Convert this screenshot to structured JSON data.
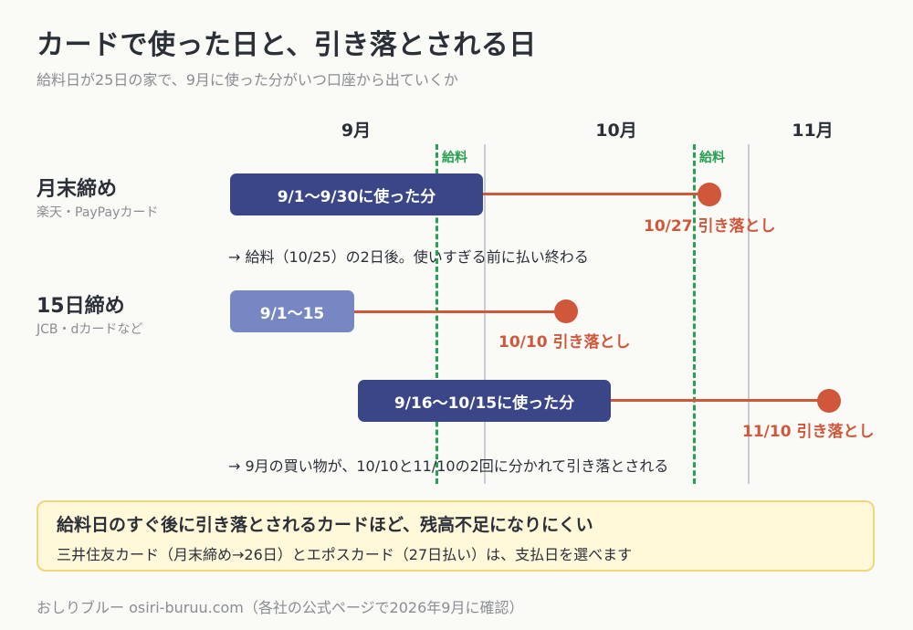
{
  "title": "カードで使った日と、引き落とされる日",
  "subtitle": "給料日が25日の家で、9月に使った分がいつ口座から出ていくか",
  "months": [
    "9月",
    "10月",
    "11月"
  ],
  "payday_label": "給料",
  "rows": [
    {
      "title": "月末締め",
      "subtitle": "楽天・PayPayカード",
      "periods": [
        {
          "label": "9/1〜9/30に使った分",
          "withdrawal": "10/27 引き落とし"
        }
      ],
      "note": "→ 給料（10/25）の2日後。使いすぎる前に払い終わる"
    },
    {
      "title": "15日締め",
      "subtitle": "JCB・dカードなど",
      "periods": [
        {
          "label": "9/1〜15",
          "withdrawal": "10/10 引き落とし"
        },
        {
          "label": "9/16〜10/15に使った分",
          "withdrawal": "11/10 引き落とし"
        }
      ],
      "note": "→ 9月の買い物が、10/10と11/10の2回に分かれて引き落とされる"
    }
  ],
  "callout": {
    "title": "給料日のすぐ後に引き落とされるカードほど、残高不足になりにくい",
    "body": "三井住友カード（月末締め→26日）とエポスカード（27日払い）は、支払日を選べます"
  },
  "footer": "おしりブルー osiri-buruu.com（各社の公式ページで2026年9月に確認）",
  "colors": {
    "bar_dark": "#3a4688",
    "bar_light": "#7787c4",
    "withdrawal": "#d0573a",
    "payday": "#2aa052",
    "callout_bg": "#fff8d9"
  }
}
